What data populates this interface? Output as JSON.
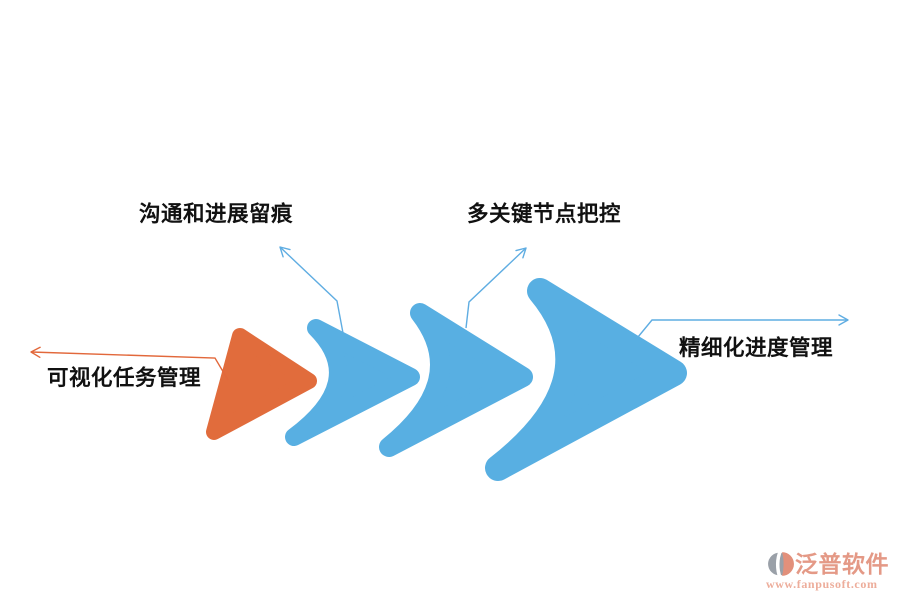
{
  "diagram_title": "",
  "steps": [
    {
      "id": "step-1",
      "label": "可视化任务管理",
      "shape": "orange-rounded-arrow",
      "size": "small"
    },
    {
      "id": "step-2",
      "label": "沟通和进展留痕",
      "shape": "blue-chevron",
      "size": "small"
    },
    {
      "id": "step-3",
      "label": "多关键节点把控",
      "shape": "blue-chevron",
      "size": "medium"
    },
    {
      "id": "step-4",
      "label": "精细化进度管理",
      "shape": "blue-chevron",
      "size": "large"
    }
  ],
  "colors": {
    "orange": "#E16C3C",
    "blue": "#58AFE2",
    "leader_blue": "#5FADE2",
    "leader_orange": "#E2683B",
    "label_text": "#111111",
    "logo_brand": "#E49986",
    "logo_url": "#EDAD9B",
    "logo_gray": "#9AA0A8",
    "logo_salmon": "#E2907B",
    "background": "#FFFFFF"
  },
  "watermark": {
    "brand": "泛普软件",
    "url": "www.fanpusoft.com"
  }
}
